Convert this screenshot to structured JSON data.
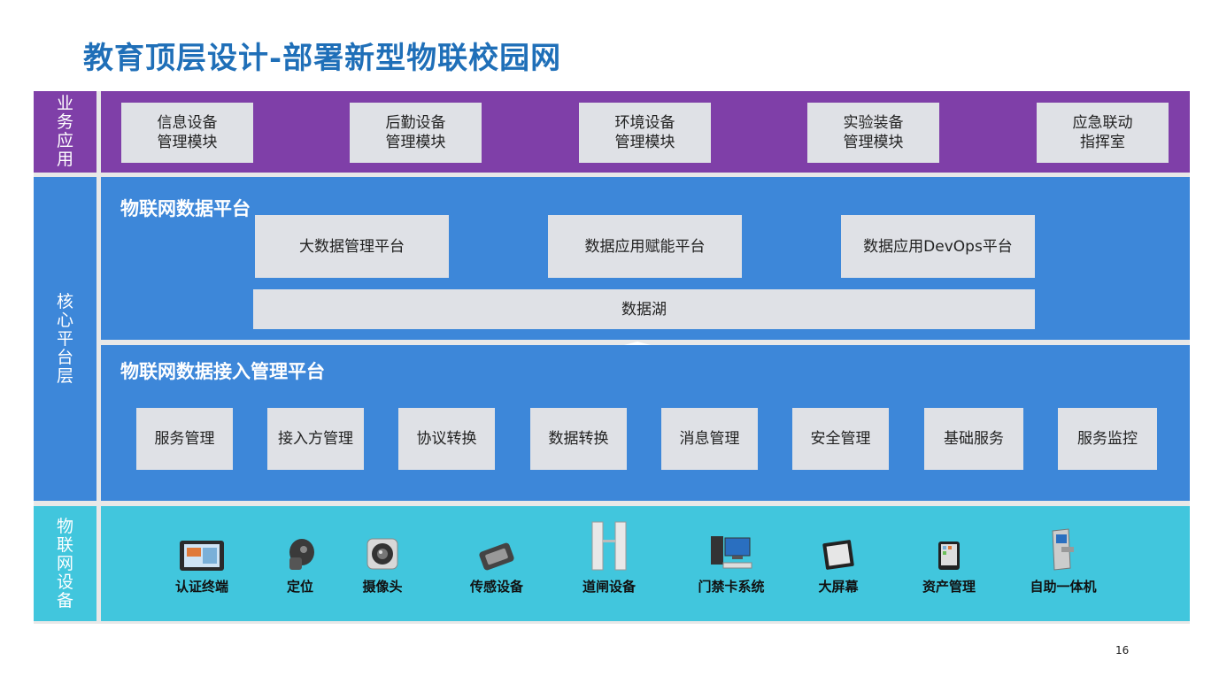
{
  "title": "教育顶层设计-部署新型物联校园网",
  "layers": {
    "business": {
      "label": "业务应用",
      "modules": [
        "信息设备\n管理模块",
        "后勤设备\n管理模块",
        "环境设备\n管理模块",
        "实验装备\n管理模块",
        "应急联动\n指挥室"
      ]
    },
    "core": {
      "label": "核心平台层",
      "data_platform": {
        "title": "物联网数据平台",
        "items": [
          "大数据管理平台",
          "数据应用赋能平台",
          "数据应用DevOps平台"
        ],
        "lake": "数据湖"
      },
      "access_platform": {
        "title": "物联网数据接入管理平台",
        "items": [
          "服务管理",
          "接入方管理",
          "协议转换",
          "数据转换",
          "消息管理",
          "安全管理",
          "基础服务",
          "服务监控"
        ]
      }
    },
    "devices": {
      "label": "物联网设备",
      "items": [
        {
          "label": "认证终端",
          "icon": "tablet-terminal-icon"
        },
        {
          "label": "定位",
          "icon": "locator-icon"
        },
        {
          "label": "摄像头",
          "icon": "camera-icon"
        },
        {
          "label": "传感设备",
          "icon": "sensor-icon"
        },
        {
          "label": "道闸设备",
          "icon": "gate-icon"
        },
        {
          "label": "门禁卡系统",
          "icon": "computer-icon"
        },
        {
          "label": "大屏幕",
          "icon": "monitor-icon"
        },
        {
          "label": "资产管理",
          "icon": "tablet-icon"
        },
        {
          "label": "自助一体机",
          "icon": "kiosk-icon"
        }
      ]
    }
  },
  "page_number": "16",
  "colors": {
    "title": "#1f6fb8",
    "business_band": "#7f3fa8",
    "core_band": "#3d87d9",
    "device_band": "#41c6dd",
    "box": "#dfe1e6"
  }
}
